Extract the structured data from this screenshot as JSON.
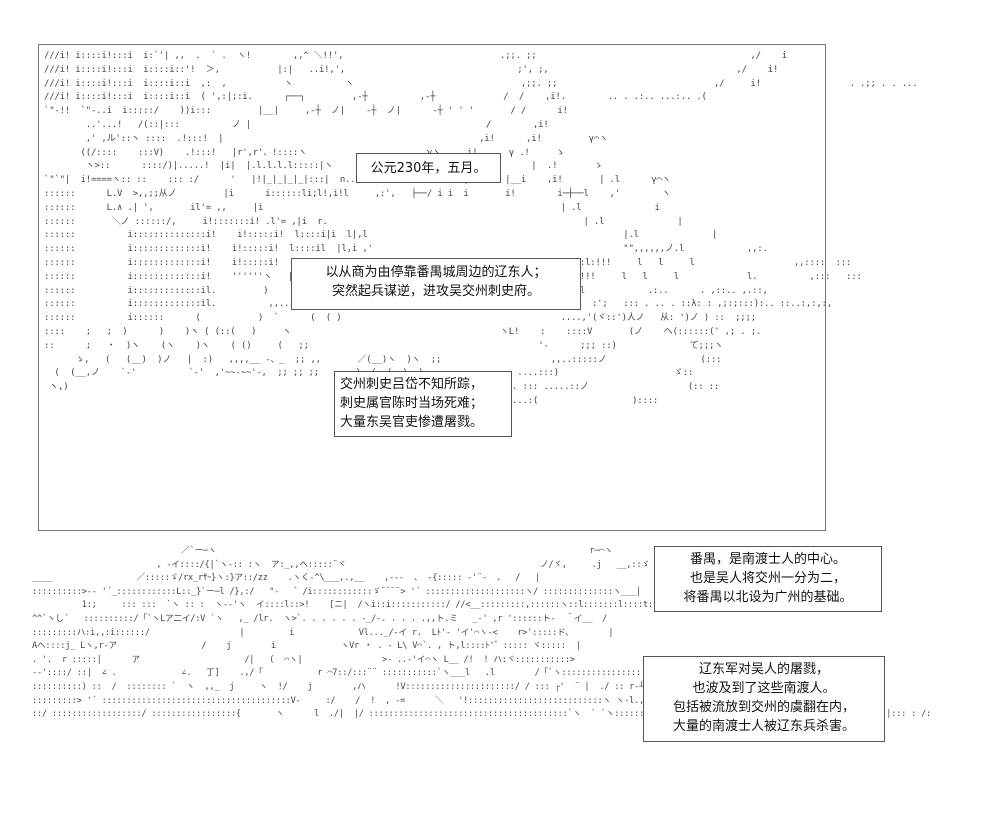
{
  "panel_top": {
    "caption_date": "公元230年，五月。",
    "caption_revolt": [
      "以从商为由停靠番禺城周边的辽东人；",
      "突然起兵谋逆，进攻吴交州刺史府。"
    ],
    "caption_fate": [
      "交州刺史吕岱不知所踪，",
      "刺史属官陈时当场死难；",
      "大量东吴官吏惨遭屠戮。"
    ]
  },
  "panel_bottom": {
    "caption_panyu": [
      "番禺，是南渡士人的中心。",
      "也是吴人将交州一分为二，",
      "将番禺以北设为广州的基础。"
    ],
    "caption_massacre": [
      "辽东军对吴人的屠戮，",
      "也波及到了这些南渡人。",
      "包括被流放到交州的虞翻在内，",
      "大量的南渡士人被辽东兵杀害。"
    ]
  }
}
